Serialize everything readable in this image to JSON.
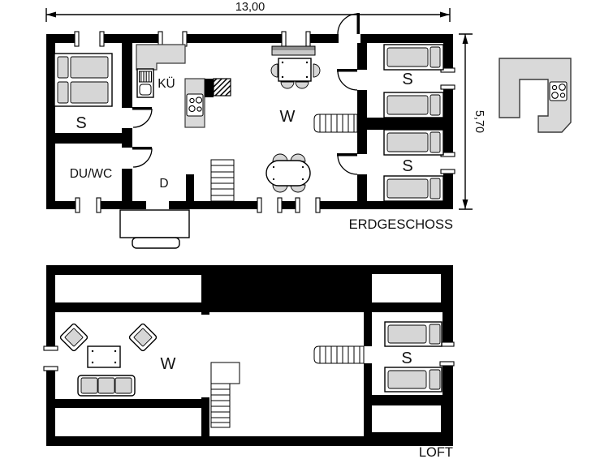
{
  "dimensions": {
    "width": "13,00",
    "height": "5,70"
  },
  "ground_floor": {
    "title": "ERDGESCHOSS",
    "rooms": {
      "bedroom_left": "S",
      "shower_wc": "DU/WC",
      "kitchen": "KÜ",
      "hallway": "D",
      "living_dining": "W",
      "bedroom_top_right": "S",
      "bedroom_bottom_right": "S"
    }
  },
  "loft": {
    "title": "LOFT",
    "rooms": {
      "living": "W",
      "bedroom": "S"
    }
  },
  "colors": {
    "wall": "#000000",
    "room": "#ffffff",
    "furniture": "#d6d6d6",
    "counter": "#d9d9d9",
    "sideboard_top": "#8f8f8f"
  }
}
